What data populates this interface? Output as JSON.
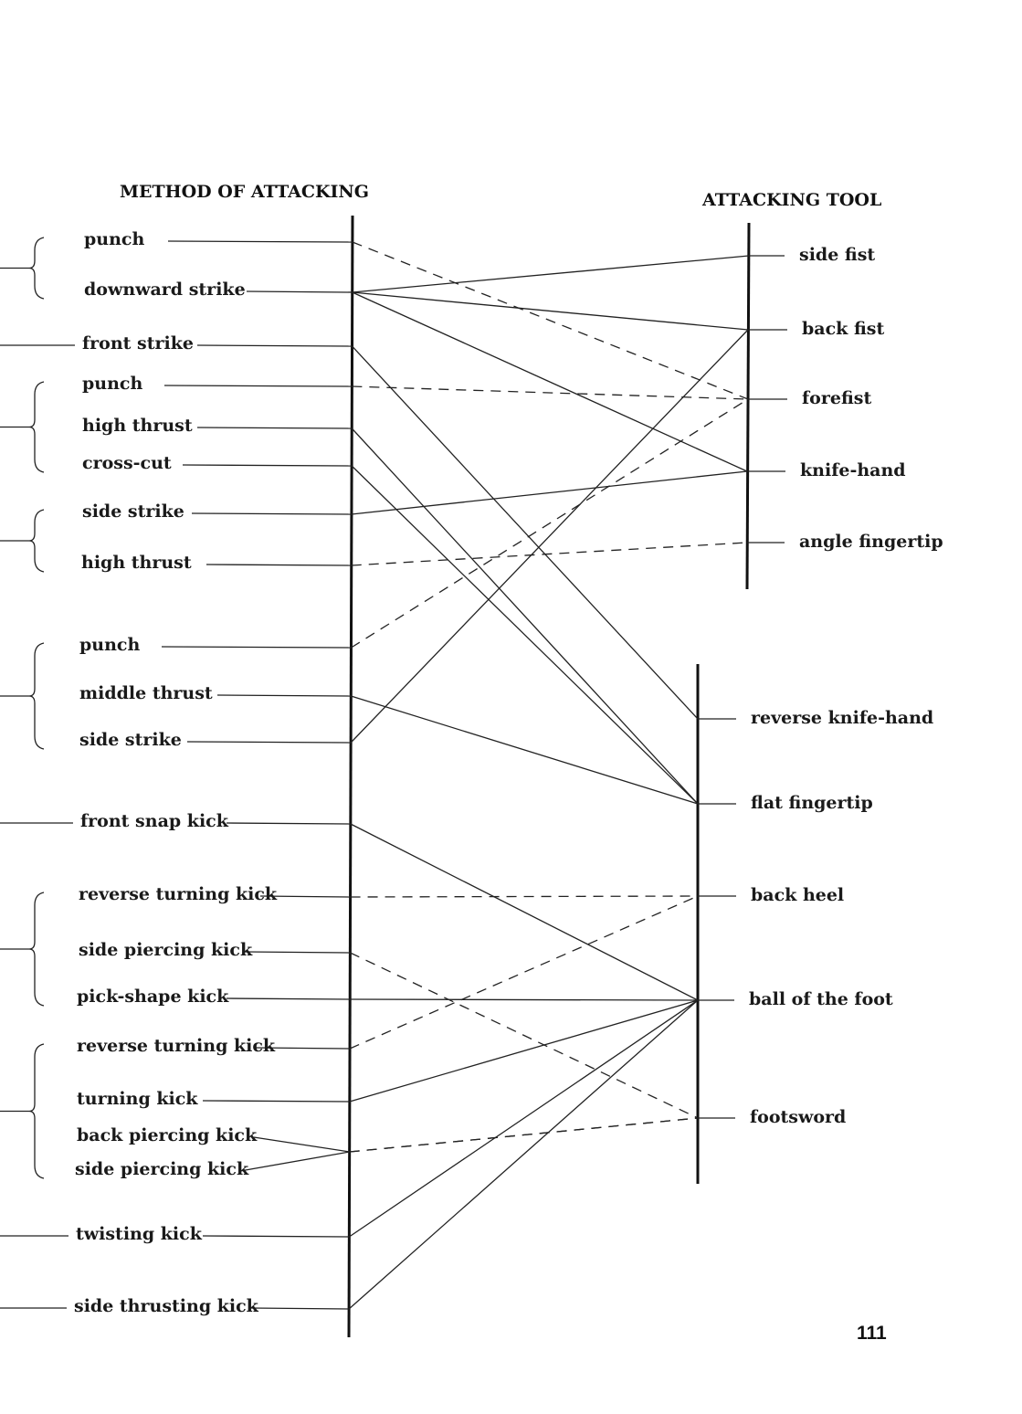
{
  "headers": {
    "method": "METHOD OF ATTACKING",
    "tool": "ATTACKING TOOL"
  },
  "page_number": "111",
  "methods": [
    "punch",
    "downward strike",
    "front strike",
    "punch",
    "high thrust",
    "cross-cut",
    "side strike",
    "high thrust",
    "punch",
    "middle thrust",
    "side strike",
    "front snap kick",
    "reverse turning kick",
    "side piercing kick",
    "pick-shape kick",
    "reverse turning kick",
    "turning kick",
    "back piercing kick",
    "side piercing kick",
    "twisting kick",
    "side thrusting kick"
  ],
  "tools": [
    "side fist",
    "back fist",
    "forefist",
    "knife-hand",
    "angle fingertip",
    "reverse knife-hand",
    "flat fingertip",
    "back heel",
    "ball of the foot",
    "footsword"
  ],
  "connections": [
    {
      "from": 0,
      "to": 2,
      "style": "dashed"
    },
    {
      "from": 1,
      "to": 0,
      "style": "solid"
    },
    {
      "from": 1,
      "to": 1,
      "style": "solid"
    },
    {
      "from": 1,
      "to": 3,
      "style": "solid"
    },
    {
      "from": 2,
      "to": 5,
      "style": "solid"
    },
    {
      "from": 3,
      "to": 2,
      "style": "dashed"
    },
    {
      "from": 4,
      "to": 6,
      "style": "solid"
    },
    {
      "from": 5,
      "to": 6,
      "style": "solid"
    },
    {
      "from": 6,
      "to": 3,
      "style": "solid"
    },
    {
      "from": 7,
      "to": 4,
      "style": "dashed"
    },
    {
      "from": 8,
      "to": 2,
      "style": "dashed"
    },
    {
      "from": 9,
      "to": 6,
      "style": "solid"
    },
    {
      "from": 10,
      "to": 1,
      "style": "solid"
    },
    {
      "from": 11,
      "to": 8,
      "style": "solid"
    },
    {
      "from": 12,
      "to": 7,
      "style": "dashed"
    },
    {
      "from": 13,
      "to": 9,
      "style": "dashed"
    },
    {
      "from": 14,
      "to": 8,
      "style": "solid"
    },
    {
      "from": 15,
      "to": 7,
      "style": "dashed"
    },
    {
      "from": 16,
      "to": 8,
      "style": "solid"
    },
    {
      "from": 17,
      "to": 9,
      "style": "dashed"
    },
    {
      "from": 18,
      "to": 9,
      "style": "dashed"
    },
    {
      "from": 19,
      "to": 8,
      "style": "solid"
    },
    {
      "from": 20,
      "to": 8,
      "style": "solid"
    }
  ]
}
